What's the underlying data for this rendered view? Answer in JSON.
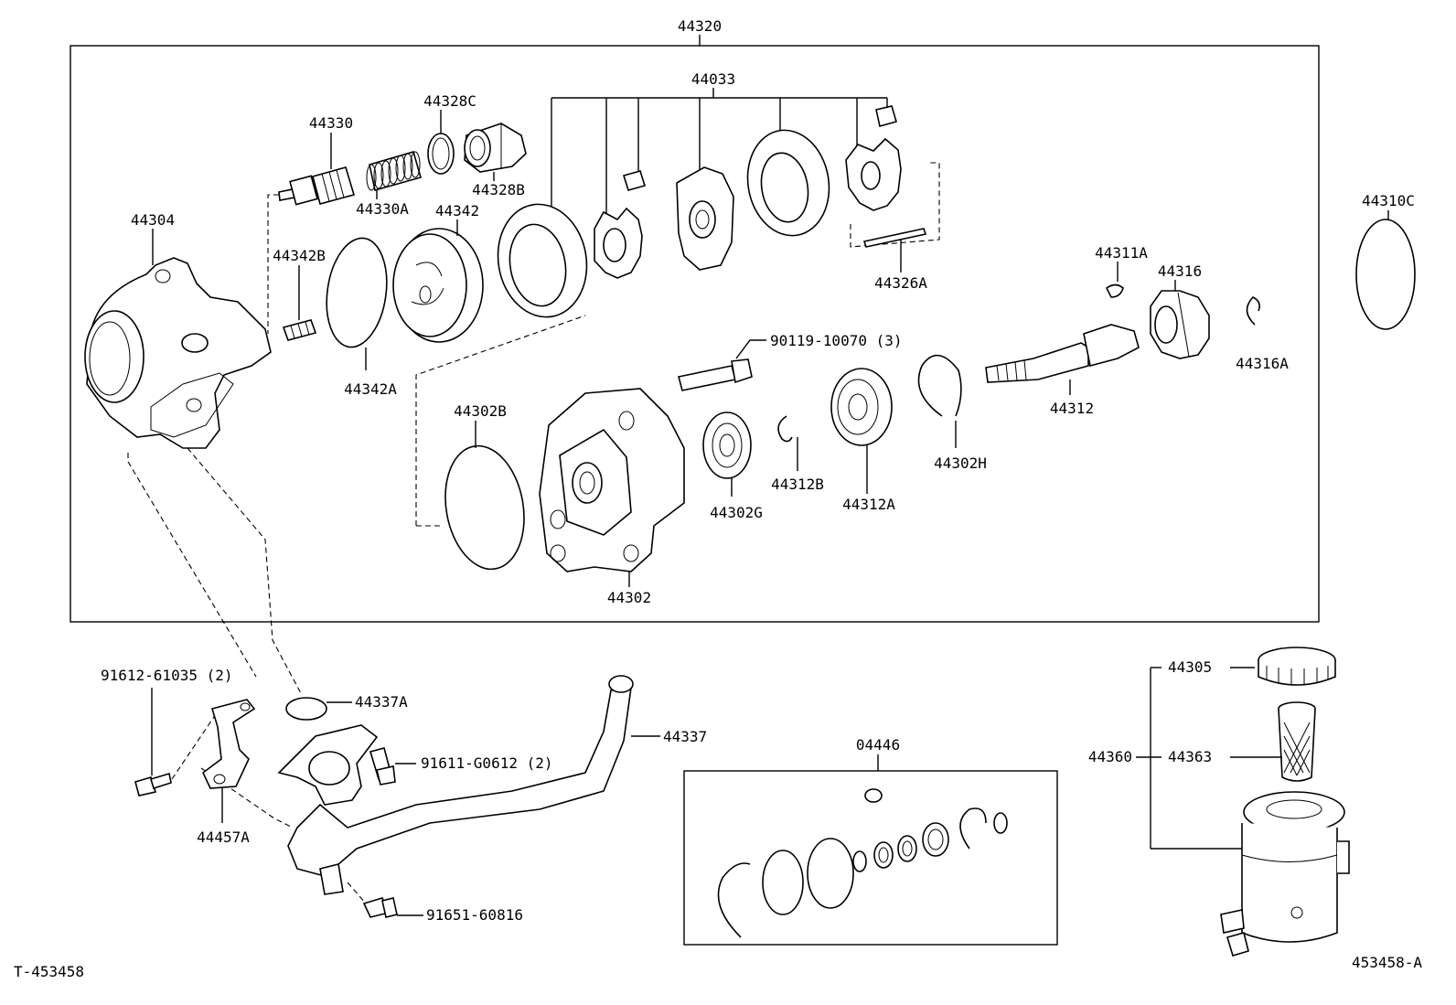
{
  "diagram": {
    "ids": {
      "bottom_left": "T-453458",
      "bottom_right": "453458-A"
    },
    "labels": {
      "l44320": "44320",
      "l44033": "44033",
      "l44328C": "44328C",
      "l44330": "44330",
      "l44328B": "44328B",
      "l44330A": "44330A",
      "l44304": "44304",
      "l44342": "44342",
      "l44342B": "44342B",
      "l44342A": "44342A",
      "l44326A": "44326A",
      "l44310C": "44310C",
      "l44311A": "44311A",
      "l44316": "44316",
      "l44316A": "44316A",
      "l44312": "44312",
      "l90119": "90119-10070 (3)",
      "l44302B": "44302B",
      "l44302H": "44302H",
      "l44312B": "44312B",
      "l44302G": "44302G",
      "l44312A": "44312A",
      "l44302": "44302",
      "l91612": "91612-61035 (2)",
      "l44337A": "44337A",
      "l44337": "44337",
      "l91611": "91611-G0612 (2)",
      "l44457A": "44457A",
      "l91651": "91651-60816",
      "l04446": "04446",
      "l44305": "44305",
      "l44360": "44360",
      "l44363": "44363"
    }
  }
}
